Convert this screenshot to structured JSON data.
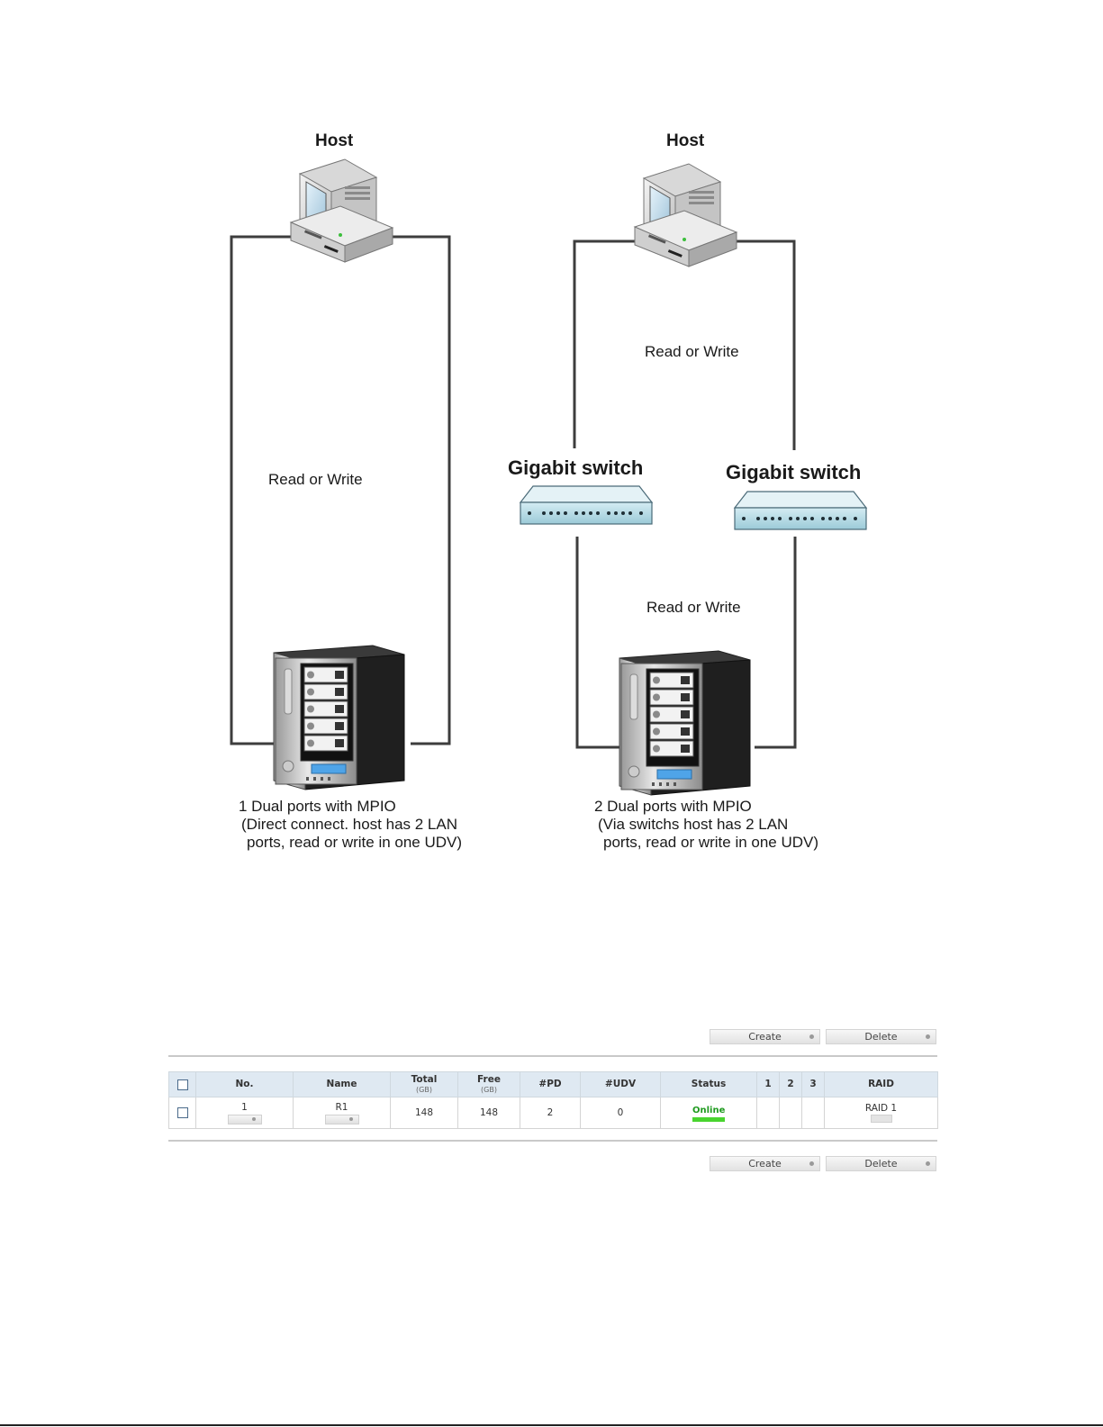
{
  "diagram": {
    "left": {
      "host_label": "Host",
      "rw_label": "Read or Write",
      "caption": [
        "1 Dual ports with MPIO",
        "(Direct connect. host has 2 LAN",
        "ports, read or write in one UDV)"
      ]
    },
    "right": {
      "host_label": "Host",
      "rw_top_label": "Read or Write",
      "switch_left_label": "Gigabit switch",
      "switch_right_label": "Gigabit switch",
      "rw_bottom_label": "Read or Write",
      "caption": [
        "2 Dual ports with MPIO",
        "(Via switchs host has 2 LAN",
        "ports, read or write in one UDV)"
      ]
    }
  },
  "toolbar": {
    "create_label": "Create",
    "delete_label": "Delete"
  },
  "table": {
    "headers": {
      "no": "No.",
      "name": "Name",
      "total": "Total",
      "total_unit": "(GB)",
      "free": "Free",
      "free_unit": "(GB)",
      "pd": "#PD",
      "udv": "#UDV",
      "status": "Status",
      "c1": "1",
      "c2": "2",
      "c3": "3",
      "raid": "RAID"
    },
    "rows": [
      {
        "no": "1",
        "name": "R1",
        "total": "148",
        "free": "148",
        "pd": "2",
        "udv": "0",
        "status": "Online",
        "raid": "RAID 1"
      }
    ]
  },
  "colors": {
    "header_bg": "#dfe9f2",
    "online": "#1f9a1f",
    "online_bar": "#49d42f"
  }
}
